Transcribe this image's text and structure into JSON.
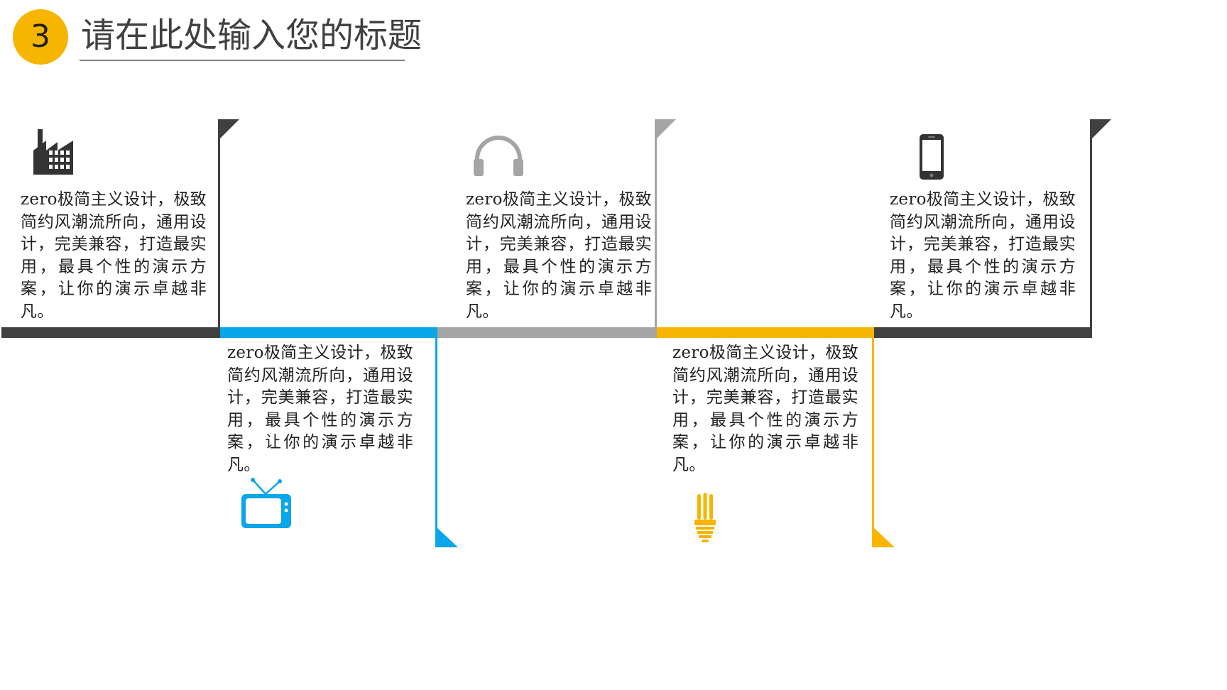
{
  "header": {
    "number": "3",
    "title": "请在此处输入您的标题"
  },
  "colors": {
    "accent_yellow": "#f7b500",
    "accent_blue": "#0aa6ea",
    "dark_gray": "#404040",
    "light_gray": "#a5a5a5"
  },
  "timeline": {
    "items": [
      {
        "text": "zero极简主义设计，极致简约风潮流所向，通用设计，完美兼容，打造最实用，最具个性的演示方案，让你的演示卓越非凡。",
        "icon": "factory-icon"
      },
      {
        "text": "zero极简主义设计，极致简约风潮流所向，通用设计，完美兼容，打造最实用，最具个性的演示方案，让你的演示卓越非凡。",
        "icon": "tv-icon"
      },
      {
        "text": "zero极简主义设计，极致简约风潮流所向，通用设计，完美兼容，打造最实用，最具个性的演示方案，让你的演示卓越非凡。",
        "icon": "headphones-icon"
      },
      {
        "text": "zero极简主义设计，极致简约风潮流所向，通用设计，完美兼容，打造最实用，最具个性的演示方案，让你的演示卓越非凡。",
        "icon": "lightbulb-icon"
      },
      {
        "text": "zero极简主义设计，极致简约风潮流所向，通用设计，完美兼容，打造最实用，最具个性的演示方案，让你的演示卓越非凡。",
        "icon": "smartphone-icon"
      }
    ]
  }
}
